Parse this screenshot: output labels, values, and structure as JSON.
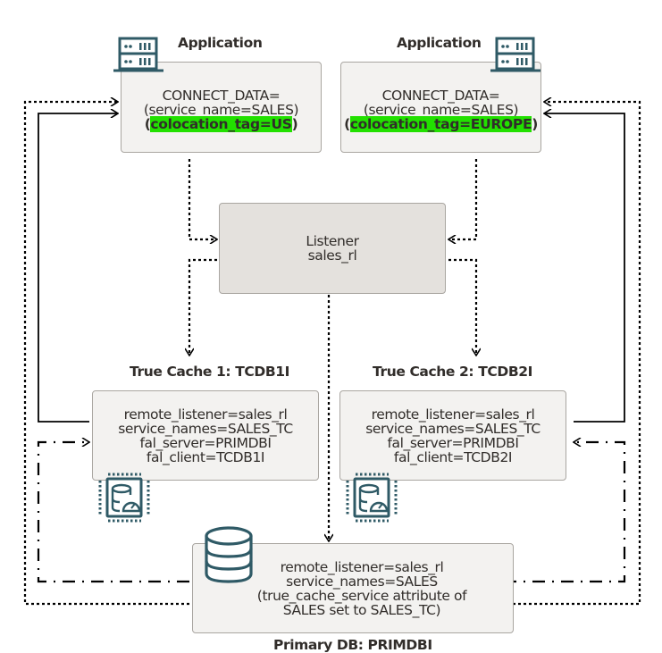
{
  "diagram": {
    "app_us": {
      "title": "Application",
      "lines": [
        "CONNECT_DATA=",
        "(service_name=SALES)"
      ],
      "tag_open": "(",
      "tag": "colocation_tag=US",
      "tag_close": ")",
      "icon": "server-icon"
    },
    "app_europe": {
      "title": "Application",
      "lines": [
        "CONNECT_DATA=",
        "(service_name=SALES)"
      ],
      "tag_open": "(",
      "tag": "colocation_tag=EUROPE",
      "tag_close": ")",
      "icon": "server-icon"
    },
    "listener": {
      "lines": [
        "Listener",
        "sales_rl"
      ]
    },
    "true_cache_1": {
      "title": "True Cache 1: TCDB1I",
      "lines": [
        "remote_listener=sales_rl",
        "service_names=SALES_TC",
        "fal_server=PRIMDBI",
        "fal_client=TCDB1I"
      ],
      "icon": "database-cache-chip-icon"
    },
    "true_cache_2": {
      "title": "True Cache 2: TCDB2I",
      "lines": [
        "remote_listener=sales_rl",
        "service_names=SALES_TC",
        "fal_server=PRIMDBI",
        "fal_client=TCDB2I"
      ],
      "icon": "database-cache-chip-icon"
    },
    "primary_db": {
      "title": "Primary DB: PRIMDBI",
      "lines": [
        "remote_listener=sales_rl",
        "service_names=SALES",
        "(true_cache_service attribute of",
        "SALES set to SALES_TC)"
      ],
      "icon": "database-icon"
    },
    "colors": {
      "highlight": "#22e000",
      "icon": "#2f5a66",
      "box_fill": "#f3f2f0",
      "listener_fill": "#e4e1dd",
      "text": "#312d2a"
    },
    "connectors": [
      {
        "from": "app_us",
        "to": "listener",
        "style": "dotted"
      },
      {
        "from": "app_europe",
        "to": "listener",
        "style": "dotted"
      },
      {
        "from": "listener",
        "to": "true_cache_1",
        "style": "dotted"
      },
      {
        "from": "listener",
        "to": "true_cache_2",
        "style": "dotted"
      },
      {
        "from": "listener",
        "to": "primary_db",
        "style": "dotted"
      },
      {
        "from": "true_cache_1",
        "to": "app_us",
        "style": "solid"
      },
      {
        "from": "true_cache_2",
        "to": "app_europe",
        "style": "solid"
      },
      {
        "from": "primary_db",
        "to": "app_us",
        "style": "dotted"
      },
      {
        "from": "primary_db",
        "to": "app_europe",
        "style": "dotted"
      },
      {
        "from": "primary_db",
        "to": "true_cache_1",
        "style": "dash-dot"
      },
      {
        "from": "primary_db",
        "to": "true_cache_2",
        "style": "dash-dot"
      }
    ]
  }
}
